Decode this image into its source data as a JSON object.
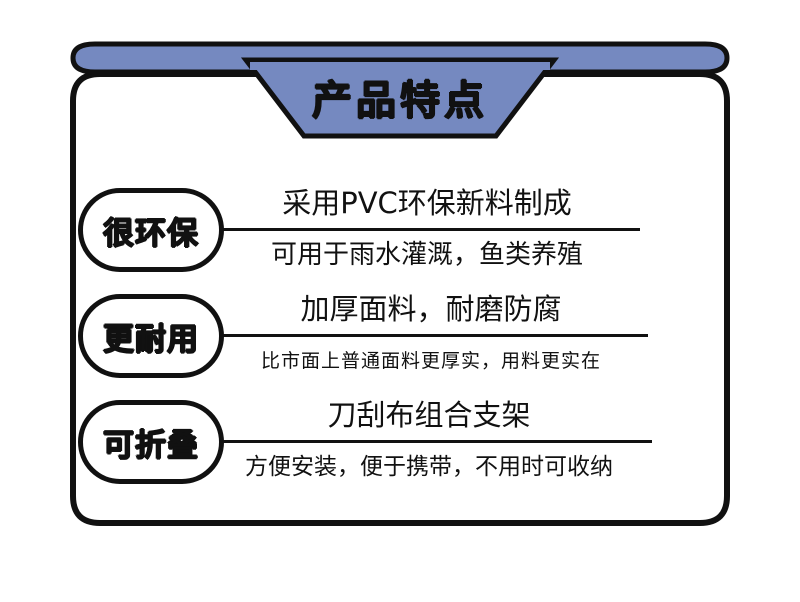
{
  "banner": {
    "title": "产品特点",
    "fill_color": "#7589c0",
    "outline_color": "#111111"
  },
  "frame": {
    "border_color": "#111111",
    "background": "#ffffff"
  },
  "features": [
    {
      "badge": "很环保",
      "primary": "采用PVC环保新料制成",
      "secondary": "可用于雨水灌溉，鱼类养殖",
      "secondary_size": "sz-lg"
    },
    {
      "badge": "更耐用",
      "primary": "加厚面料，耐磨防腐",
      "secondary": "比市面上普通面料更厚实，用料更实在",
      "secondary_size": "sz-sm"
    },
    {
      "badge": "可折叠",
      "primary": "刀刮布组合支架",
      "secondary": "方便安装，便于携带，不用时可收纳",
      "secondary_size": "sz-md"
    }
  ]
}
